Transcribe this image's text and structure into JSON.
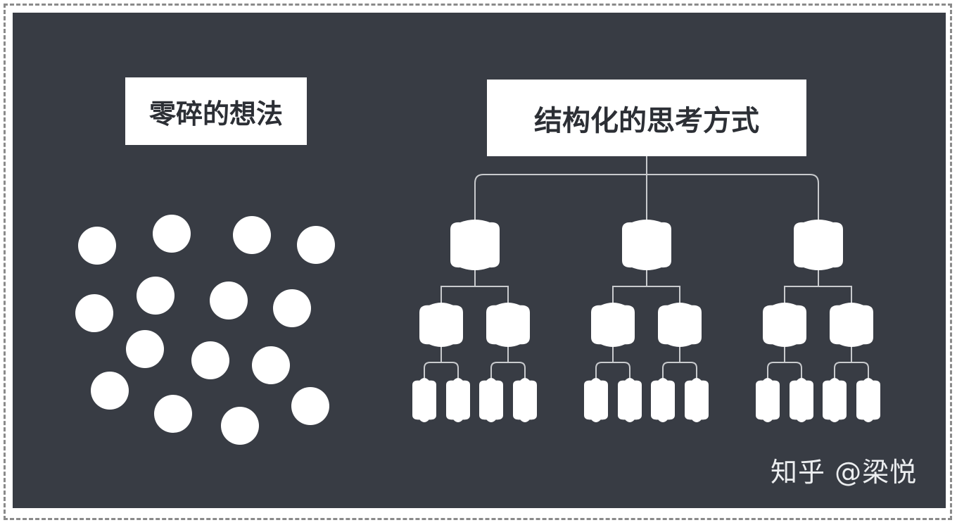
{
  "left_title": "零碎的想法",
  "right_title": "结构化的思考方式",
  "watermark": "知乎 @梁悦",
  "colors": {
    "background": "#383c44",
    "node": "#ffffff",
    "line": "#c8cacd",
    "border": "#8a8a8a"
  }
}
